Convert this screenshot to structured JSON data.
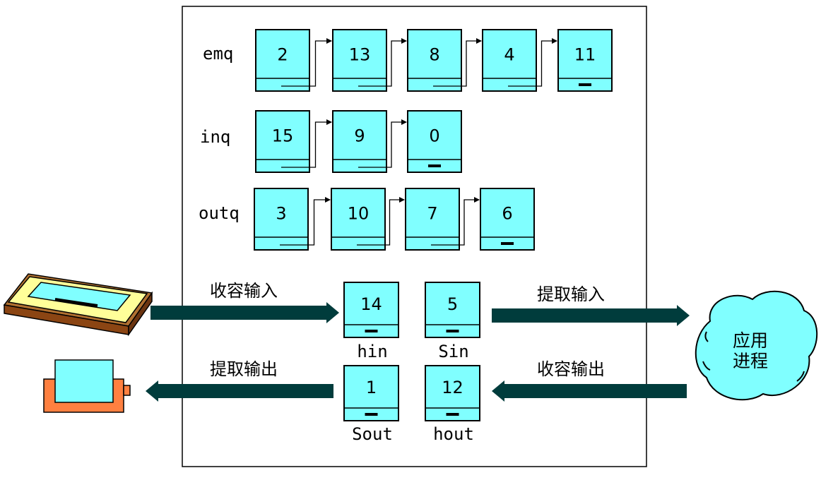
{
  "colors": {
    "buffer_fill": "#80ffff",
    "outline": "#000000",
    "arrow": "#003c3c",
    "cloud_fill": "#80ffff",
    "tablet_frame": "#ffff99",
    "tablet_base": "#8b4513",
    "printer_body": "#ff8040"
  },
  "queues": [
    {
      "label": "emq",
      "buffers": [
        "2",
        "13",
        "8",
        "4",
        "11"
      ]
    },
    {
      "label": "inq",
      "buffers": [
        "15",
        "9",
        "0"
      ]
    },
    {
      "label": "outq",
      "buffers": [
        "3",
        "10",
        "7",
        "6"
      ]
    }
  ],
  "work_buffers": [
    {
      "value": "14",
      "label": "hin"
    },
    {
      "value": "5",
      "label": "Sin"
    },
    {
      "value": "1",
      "label": "Sout"
    },
    {
      "value": "12",
      "label": "hout"
    }
  ],
  "arrows": {
    "collect_input": "收容输入",
    "extract_input": "提取输入",
    "extract_output": "提取输出",
    "collect_output": "收容输出"
  },
  "process": {
    "line1": "应用",
    "line2": "进程"
  }
}
